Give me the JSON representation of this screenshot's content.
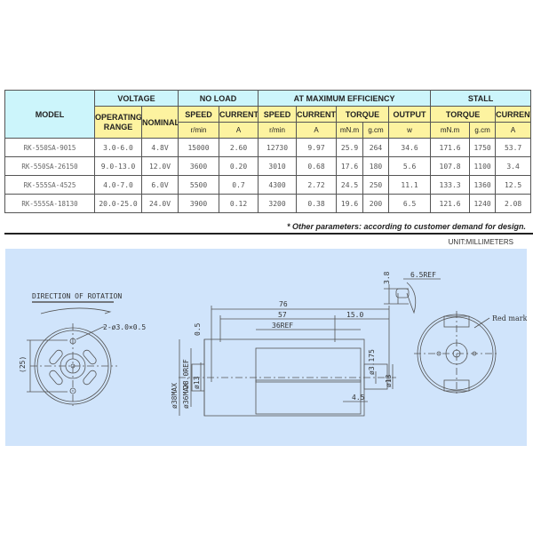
{
  "table": {
    "headers": {
      "model": "MODEL",
      "voltage": "VOLTAGE",
      "no_load": "NO LOAD",
      "max_eff": "AT MAXIMUM EFFICIENCY",
      "stall": "STALL",
      "operating_range": "OPERATING RANGE",
      "nominal": "NOMINAL",
      "speed": "SPEED",
      "current": "CURRENT",
      "torque": "TORQUE",
      "output": "OUTPUT"
    },
    "units": {
      "rpm": "r/min",
      "amp": "A",
      "mnm": "mN.m",
      "gcm": "g.cm",
      "watt": "w"
    },
    "rows": [
      {
        "model": "RK-550SA-9015",
        "range": "3.0-6.0",
        "nominal": "4.8V",
        "nl_speed": "15000",
        "nl_current": "2.60",
        "me_speed": "12730",
        "me_current": "9.97",
        "me_torque_mnm": "25.9",
        "me_torque_gcm": "264",
        "me_output": "34.6",
        "st_torque_mnm": "171.6",
        "st_torque_gcm": "1750",
        "st_current": "53.7"
      },
      {
        "model": "RK-550SA-26150",
        "range": "9.0-13.0",
        "nominal": "12.0V",
        "nl_speed": "3600",
        "nl_current": "0.20",
        "me_speed": "3010",
        "me_current": "0.68",
        "me_torque_mnm": "17.6",
        "me_torque_gcm": "180",
        "me_output": "5.6",
        "st_torque_mnm": "107.8",
        "st_torque_gcm": "1100",
        "st_current": "3.4"
      },
      {
        "model": "RK-555SA-4525",
        "range": "4.0-7.0",
        "nominal": "6.0V",
        "nl_speed": "5500",
        "nl_current": "0.7",
        "me_speed": "4300",
        "me_current": "2.72",
        "me_torque_mnm": "24.5",
        "me_torque_gcm": "250",
        "me_output": "11.1",
        "st_torque_mnm": "133.3",
        "st_torque_gcm": "1360",
        "st_current": "12.5"
      },
      {
        "model": "RK-555SA-18130",
        "range": "20.0-25.0",
        "nominal": "24.0V",
        "nl_speed": "3900",
        "nl_current": "0.12",
        "me_speed": "3200",
        "me_current": "0.38",
        "me_torque_mnm": "19.6",
        "me_torque_gcm": "200",
        "me_output": "6.5",
        "st_torque_mnm": "121.6",
        "st_torque_gcm": "1240",
        "st_current": "2.08"
      }
    ]
  },
  "note": "* Other parameters: according to customer demand for design.",
  "unit_label": "UNIT:MILLIMETERS",
  "drawing": {
    "direction_label": "DIRECTION OF ROTATION",
    "hole_label": "2-ø3.0×0.5",
    "dim_25": "(25)",
    "dim_76": "76",
    "dim_57": "57",
    "dim_15": "15.0",
    "dim_36ref": "36REF",
    "dim_05": "0.5",
    "dim_38max": "ø38MAX",
    "dim_36max": "ø36MAX",
    "dim_28ref": "28.0REF",
    "dim_13a": "ø13",
    "dim_3175": "ø3.175",
    "dim_13b": "ø13",
    "dim_45": "4.5",
    "dim_38": "3.8",
    "dim_65ref": "6.5REF",
    "red_mark": "Red mark"
  }
}
